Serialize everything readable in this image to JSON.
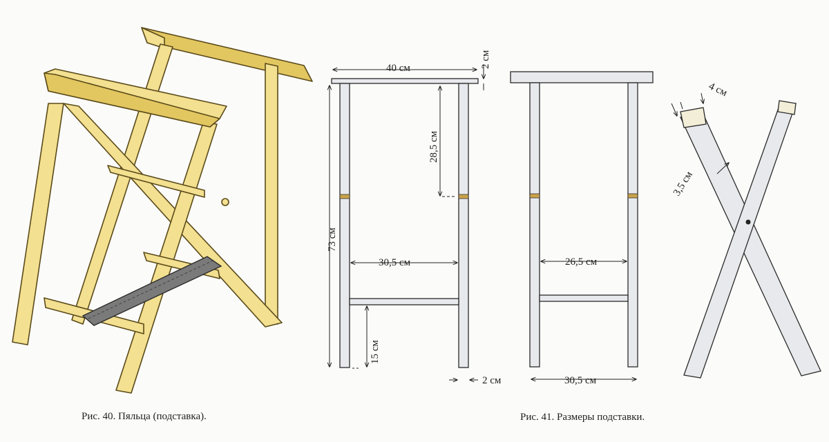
{
  "figures": {
    "fig40": {
      "caption": "Рис. 40. Пяльца (подставка)."
    },
    "fig41": {
      "caption": "Рис. 41. Размеры подставки.",
      "front": {
        "top_width": "40 см",
        "top_thickness": "2 см",
        "total_height": "73 см",
        "upper_span": "28,5 см",
        "inner_width": "30,5 см",
        "rail_height": "15 см",
        "leg_width": "2 см"
      },
      "side": {
        "inner_width": "26,5 см",
        "outer_width": "30,5 см"
      },
      "legs": {
        "end_width": "4 см",
        "leg_width": "3,5 см"
      }
    }
  },
  "colors": {
    "wood": "#f3e090",
    "wood_shadow": "#e2c660",
    "strap": "#7a7a7a",
    "line": "#222222"
  }
}
